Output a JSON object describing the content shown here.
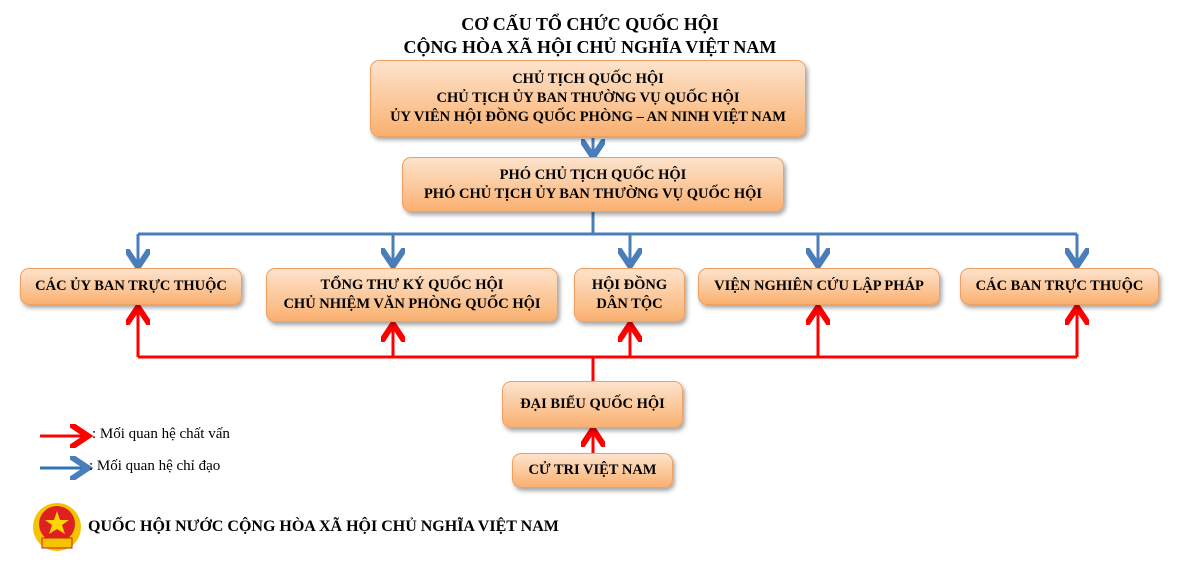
{
  "title": [
    "CƠ CẤU TỔ CHỨC QUỐC HỘI",
    "CỘNG HÒA XÃ HỘI CHỦ NGHĨA VIỆT NAM"
  ],
  "nodes": {
    "chairman": [
      "CHỦ TỊCH QUỐC HỘI",
      "CHỦ TỊCH ỦY BAN THƯỜNG VỤ QUỐC HỘI",
      "ỦY VIÊN HỘI ĐỒNG QUỐC PHÒNG – AN NINH VIỆT NAM"
    ],
    "vice": [
      "PHÓ CHỦ TỊCH QUỐC HỘI",
      "PHÓ CHỦ TỊCH ỦY BAN THƯỜNG VỤ QUỐC HỘI"
    ],
    "committees": [
      "CÁC ỦY BAN TRỰC THUỘC"
    ],
    "secretary": [
      "TỔNG THƯ KÝ QUỐC HỘI",
      "CHỦ NHIỆM VĂN PHÒNG QUỐC HỘI"
    ],
    "ethnic": [
      "HỘI ĐỒNG",
      "DÂN TỘC"
    ],
    "institute": [
      "VIỆN NGHIÊN CỨU LẬP PHÁP"
    ],
    "boards": [
      "CÁC BAN TRỰC THUỘC"
    ],
    "deputies": [
      "ĐẠI BIỂU QUỐC HỘI"
    ],
    "voters": [
      "CỬ TRI VIỆT NAM"
    ]
  },
  "legend": {
    "red": ": Mối quan hệ chất vấn",
    "blue": ": Mối quan hệ chỉ đạo"
  },
  "footer": "QUỐC HỘI NƯỚC CỘNG HÒA XÃ HỘI CHỦ NGHĨA VIỆT NAM",
  "colors": {
    "red": "#ff0000",
    "blue": "#4a7ebb"
  }
}
